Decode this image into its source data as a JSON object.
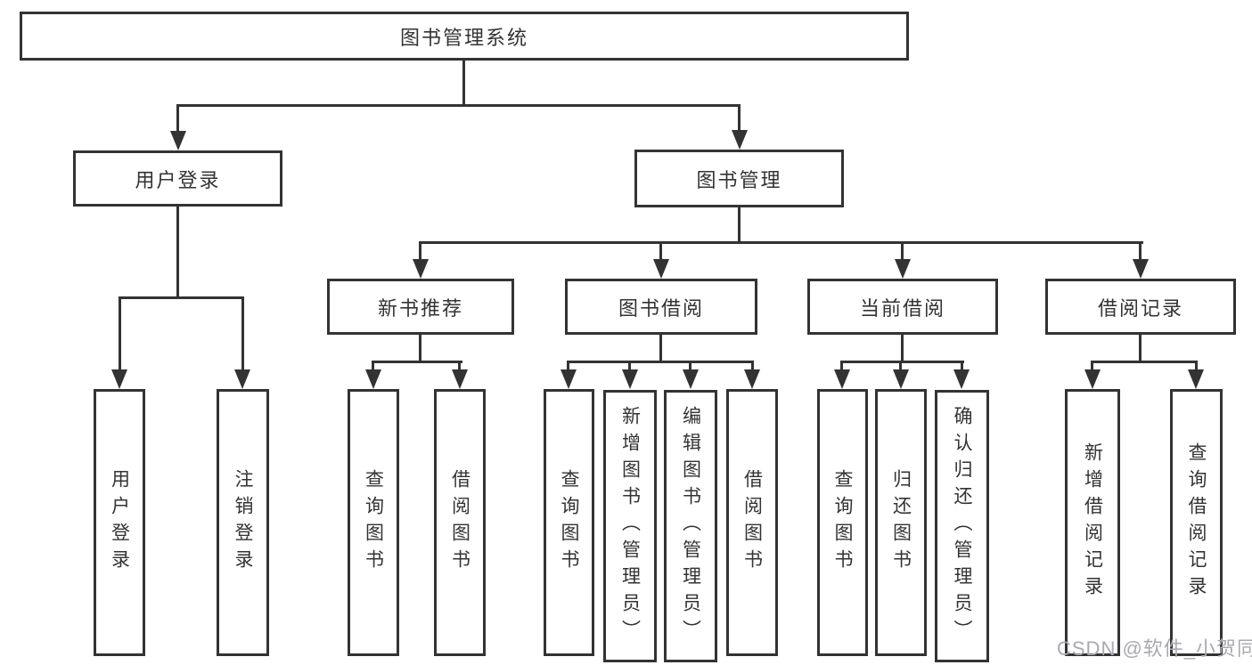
{
  "diagram": {
    "tree": {
      "root": {
        "label": "图书管理系统",
        "children": [
          {
            "label": "用户登录",
            "children": [
              {
                "label": "用户登录"
              },
              {
                "label": "注销登录"
              }
            ]
          },
          {
            "label": "图书管理",
            "children": [
              {
                "label": "新书推荐",
                "children": [
                  {
                    "label": "查询图书"
                  },
                  {
                    "label": "借阅图书"
                  }
                ]
              },
              {
                "label": "图书借阅",
                "children": [
                  {
                    "label": "查询图书"
                  },
                  {
                    "label": "新增图书（管理员）"
                  },
                  {
                    "label": "编辑图书（管理员）"
                  },
                  {
                    "label": "借阅图书"
                  }
                ]
              },
              {
                "label": "当前借阅",
                "children": [
                  {
                    "label": "查询图书"
                  },
                  {
                    "label": "归还图书"
                  },
                  {
                    "label": "确认归还（管理员）"
                  }
                ]
              },
              {
                "label": "借阅记录",
                "children": [
                  {
                    "label": "新增借阅记录"
                  },
                  {
                    "label": "查询借阅记录"
                  }
                ]
              }
            ]
          }
        ]
      }
    },
    "colors": {
      "line": "#333333",
      "text": "#333333",
      "background": "#ffffff",
      "watermark_text": "#a9a9af"
    }
  },
  "watermark": {
    "text": "CSDN @软件_小贺同学"
  }
}
